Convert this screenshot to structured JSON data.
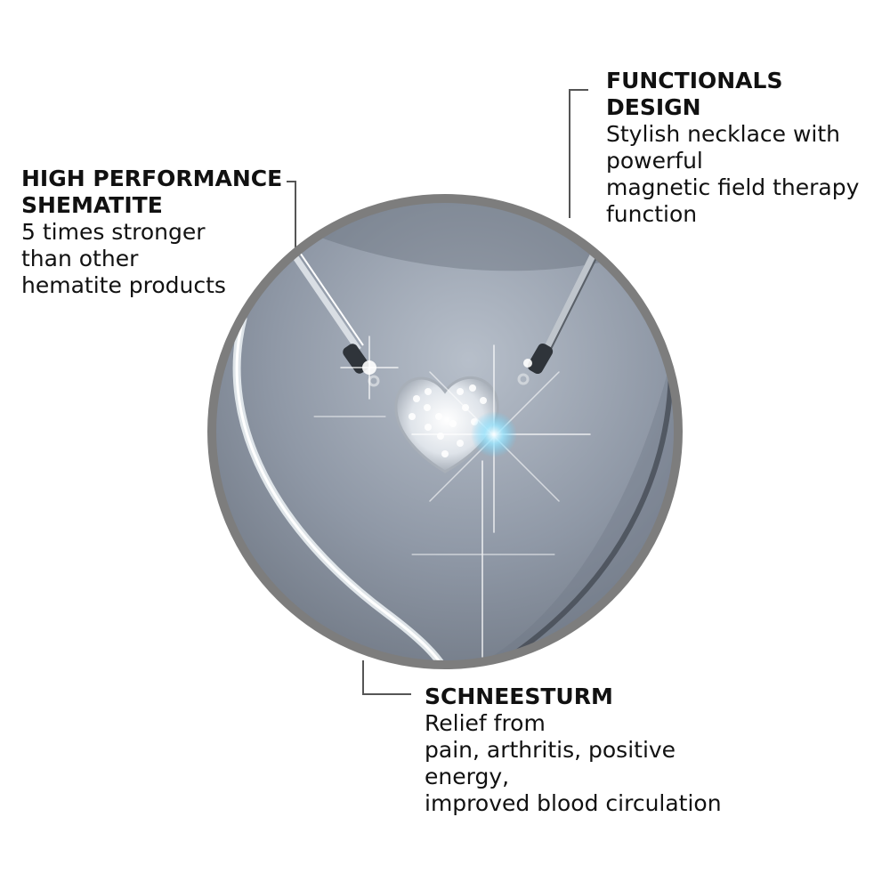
{
  "callouts": {
    "left": {
      "title_lines": [
        "HIGH PERFORMANCE",
        "SHEMATITE"
      ],
      "body_lines": [
        "5 times stronger",
        "than other",
        "hematite products"
      ]
    },
    "right": {
      "title_lines": [
        "FUNCTIONALS",
        "DESIGN"
      ],
      "body_lines": [
        "Stylish necklace with",
        "powerful",
        "magnetic field therapy",
        "function"
      ]
    },
    "bottom": {
      "title_lines": [
        "SCHNEESTURM"
      ],
      "body_lines": [
        "Relief from",
        "pain, arthritis, positive",
        "energy,",
        "improved blood circulation"
      ]
    }
  },
  "photo": {
    "subject": "heart-pendant-necklace",
    "colors": {
      "ring": "#7d7d7d",
      "background": "#8f98a6",
      "chain": "#e9eef2",
      "sparkle": "#ffffff",
      "accent_glow": "#5fd3ff"
    }
  }
}
